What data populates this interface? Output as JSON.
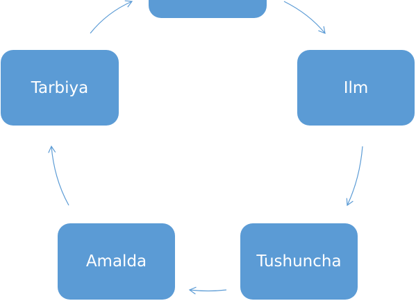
{
  "diagram": {
    "nodes": {
      "top": "",
      "right": "Ilm",
      "bottom_right": "Tushuncha",
      "bottom_left": "Amalda",
      "left": "Tarbiya"
    },
    "colors": {
      "node_fill": "#5b9bd5",
      "node_text": "#ffffff",
      "arrow": "#5b9bd5"
    }
  }
}
